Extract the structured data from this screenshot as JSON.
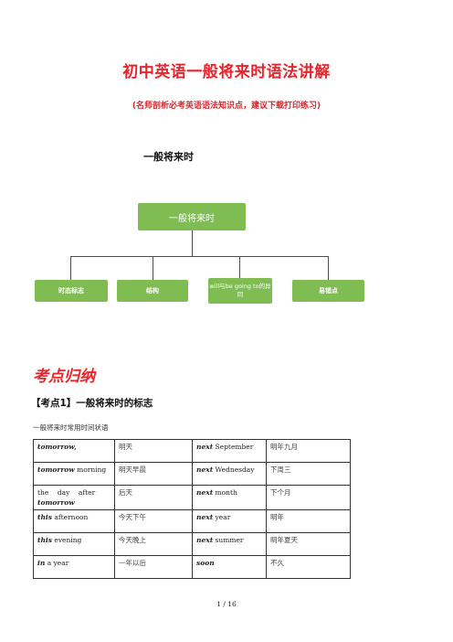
{
  "title": "初中英语一般将来时语法讲解",
  "subtitle": "(名师剖析必考英语语法知识点，建议下载打印练习)",
  "section_heading": "一般将来时",
  "diagram": {
    "root": "一般将来时",
    "children": [
      "时态标志",
      "结构",
      "will与be going to的异同",
      "易错点"
    ],
    "colors": {
      "box": "#7fbc52",
      "text": "#ffffff"
    }
  },
  "kaodian_title": "考点归纳",
  "point1_heading": "【考点1】一般将来时的标志",
  "table_caption": "一般将来时常用时间状语",
  "table_rows": [
    [
      {
        "kw": "tomorrow,",
        "rest": ""
      },
      {
        "text": "明天"
      },
      {
        "kw": "next",
        "rest": " September"
      },
      {
        "text": "明年九月"
      }
    ],
    [
      {
        "kw": "tomorrow",
        "rest": " morning"
      },
      {
        "text": "明天早晨"
      },
      {
        "kw": "next",
        "rest": " Wednesday"
      },
      {
        "text": "下周三"
      }
    ],
    [
      {
        "line1": "the    day    after",
        "line2": "tomorrow"
      },
      {
        "text": "后天"
      },
      {
        "kw": "next",
        "rest": " month"
      },
      {
        "text": "下个月"
      }
    ],
    [
      {
        "kw": "this",
        "rest": " afternoon"
      },
      {
        "text": "今天下午"
      },
      {
        "kw": "next",
        "rest": " year"
      },
      {
        "text": "明年"
      }
    ],
    [
      {
        "kw": "this",
        "rest": " evening"
      },
      {
        "text": "今天晚上"
      },
      {
        "kw": "next",
        "rest": " summer"
      },
      {
        "text": "明年夏天"
      }
    ],
    [
      {
        "kw": "in",
        "rest": " a year"
      },
      {
        "text": "一年以后"
      },
      {
        "kw": "soon",
        "rest": ""
      },
      {
        "text": "不久"
      }
    ]
  ],
  "page_number": "1 / 16",
  "accent_color": "#e8242c"
}
